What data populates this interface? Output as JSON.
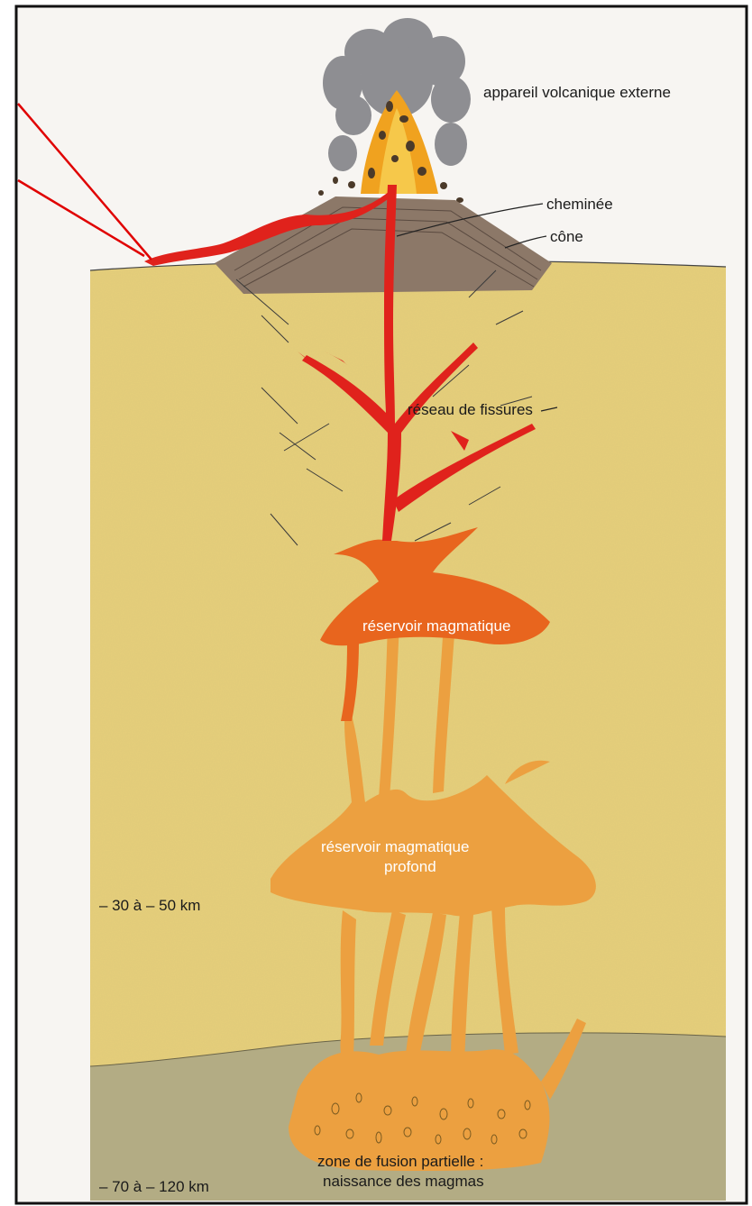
{
  "labels": {
    "external": "appareil volcanique externe",
    "chimney": "cheminée",
    "cone": "cône",
    "fissures": "réseau de fissures",
    "reservoir": "réservoir magmatique",
    "deep_reservoir_line1": "réservoir magmatique",
    "deep_reservoir_line2": "profond",
    "fusion_line1": "zone de fusion partielle :",
    "fusion_line2": "naissance des magmas"
  },
  "depths": {
    "crust_base": "– 30 à – 50 km",
    "fusion_depth": "– 70 à – 120 km"
  },
  "colors": {
    "crust": "#e6cf7a",
    "mantle": "#b3ac84",
    "cone": "#8c7868",
    "lava": "#e0221c",
    "magma_orange": "#e8651e",
    "magma_deep": "#eca040",
    "ash": "#8e8e92",
    "callout": "#e00000"
  }
}
